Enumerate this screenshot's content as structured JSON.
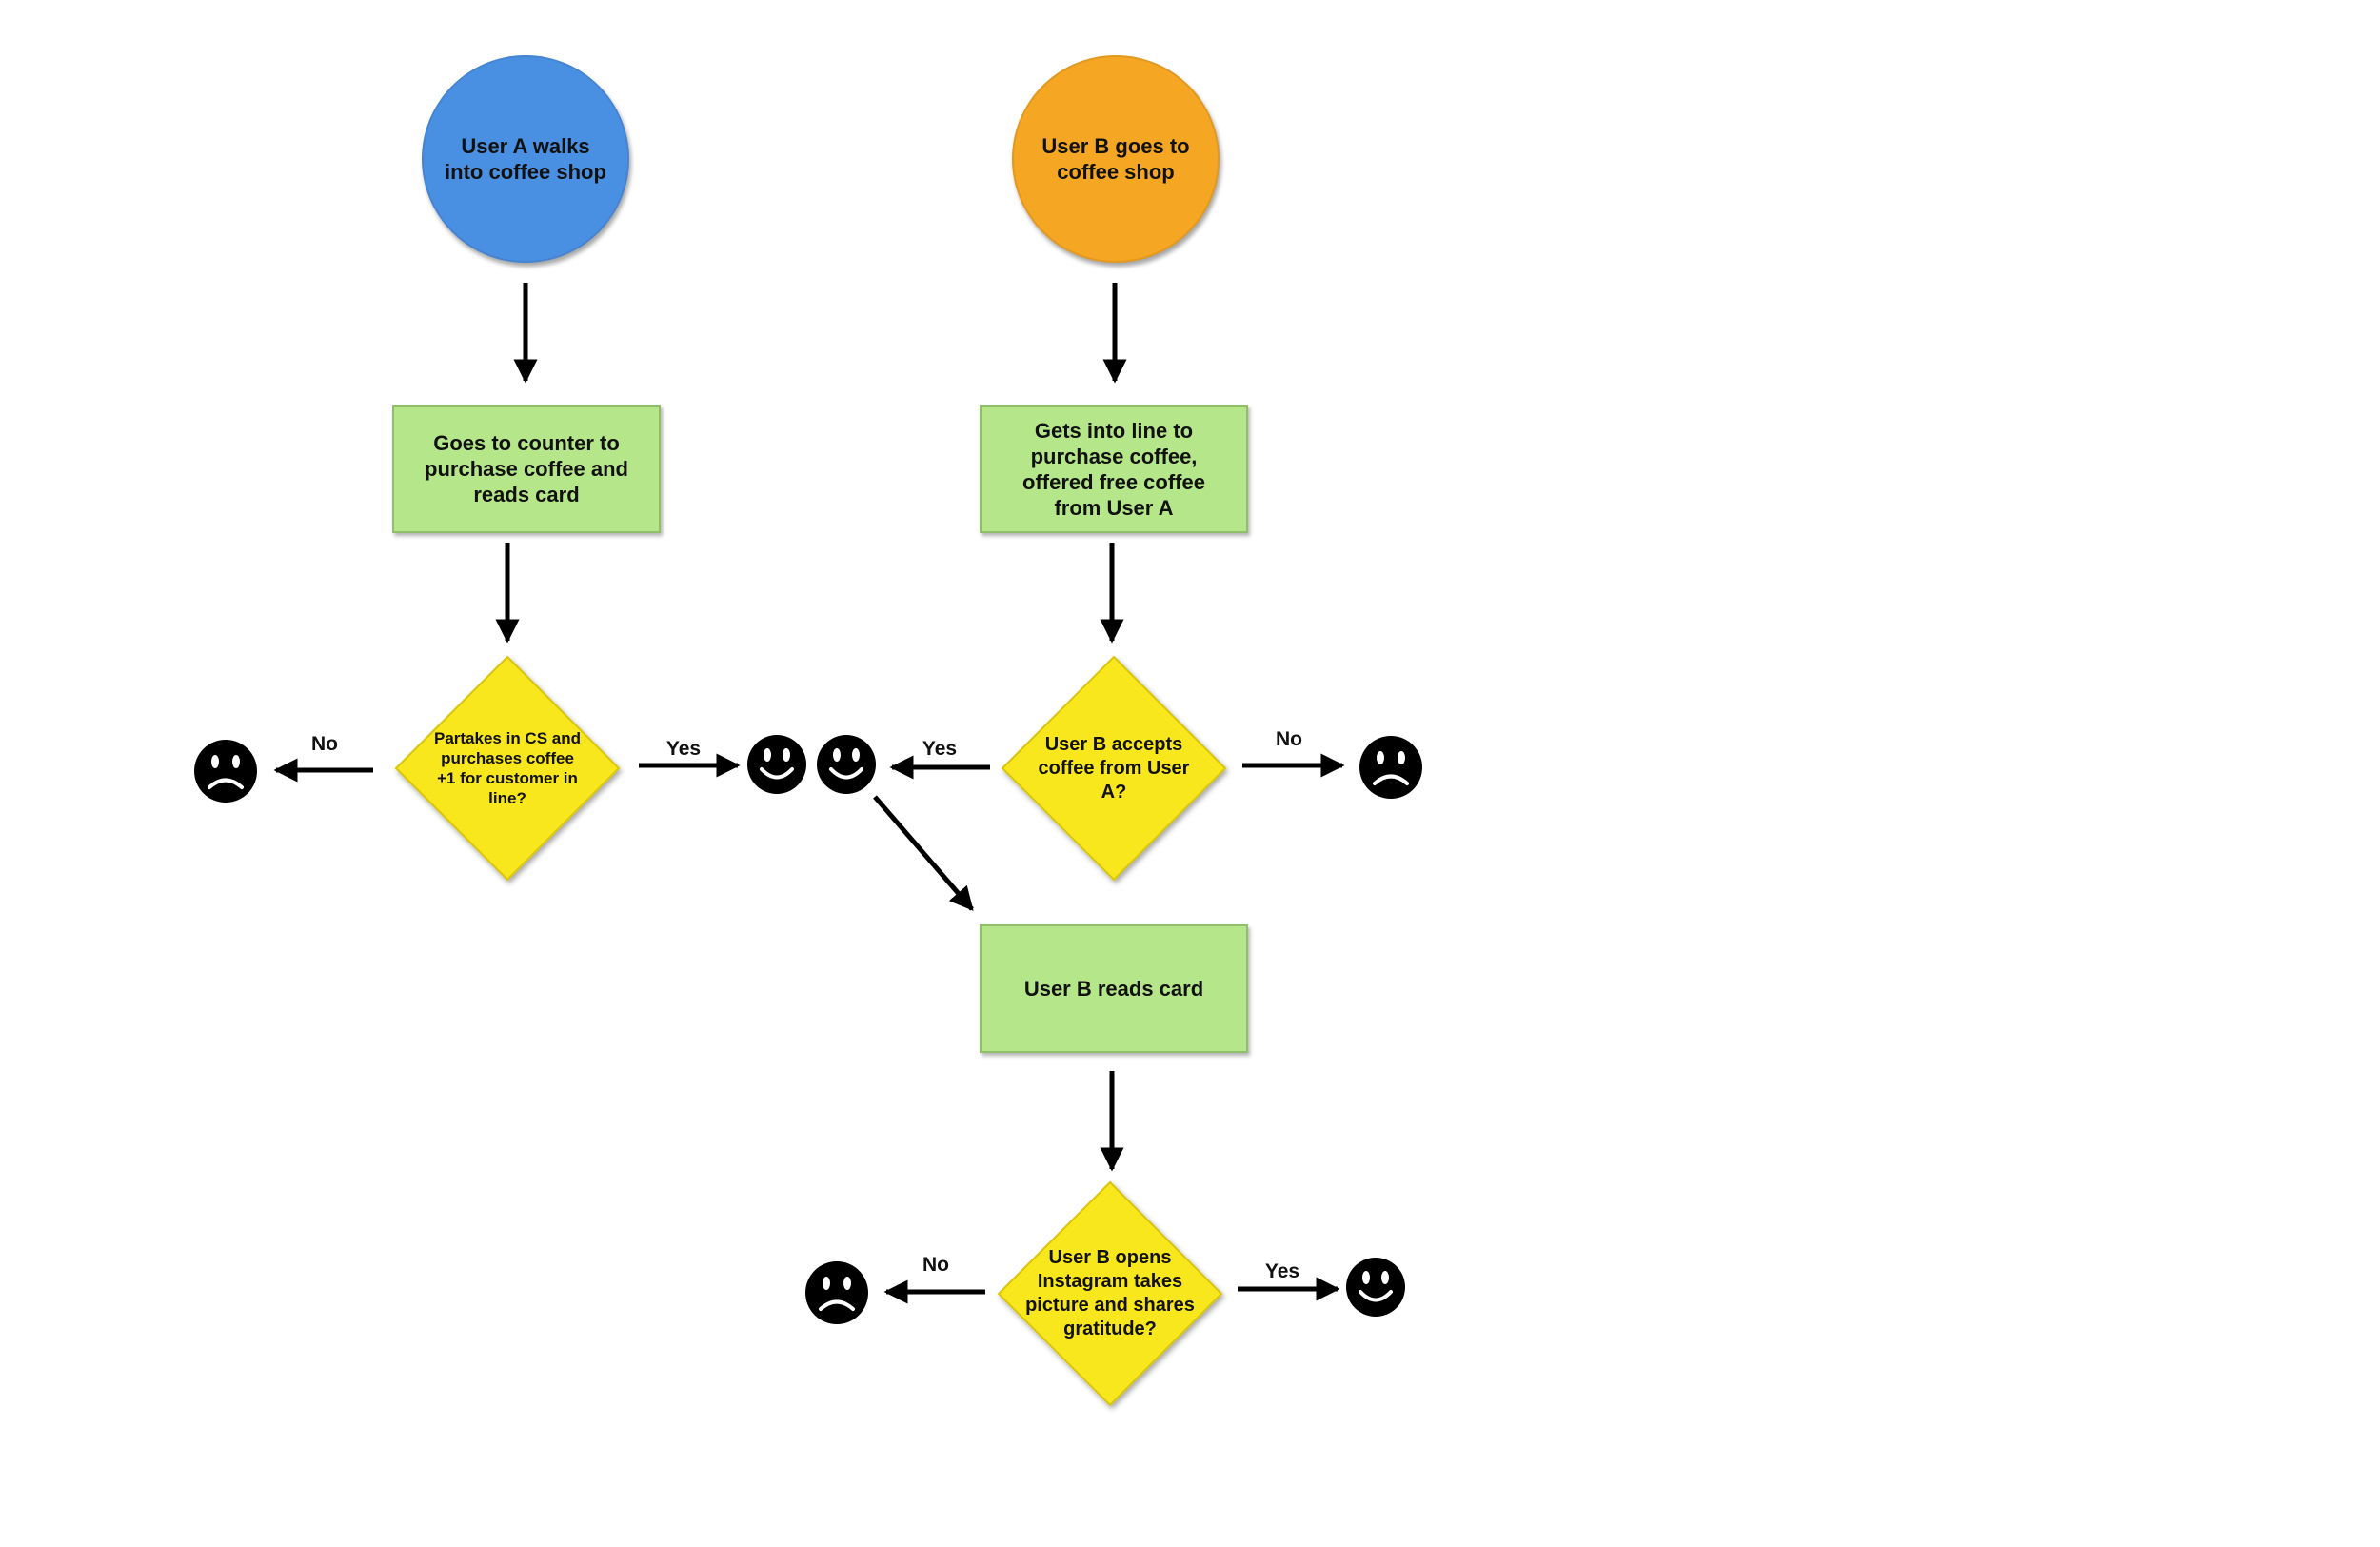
{
  "colors": {
    "start_a": "#4a90e2",
    "start_b": "#f5a623",
    "process": "#b5e68a",
    "decision": "#f8e71c",
    "stroke": "#000000"
  },
  "nodes": {
    "start_a": "User A walks into coffee shop",
    "start_b": "User B goes to coffee shop",
    "step_a1": "Goes to counter to purchase coffee and reads card",
    "step_b1": "Gets into line to purchase coffee, offered free coffee from User A",
    "decision_a": "Partakes in CS and purchases coffee +1 for customer in line?",
    "decision_b": "User B accepts coffee from User A?",
    "step_b2": "User B reads card",
    "decision_c": "User B opens Instagram takes picture and shares gratitude?"
  },
  "edge_labels": {
    "a_no": "No",
    "a_yes": "Yes",
    "b_yes": "Yes",
    "b_no": "No",
    "c_no": "No",
    "c_yes": "Yes"
  },
  "icons": {
    "sad": "sad-face-icon",
    "happy": "happy-face-icon"
  }
}
